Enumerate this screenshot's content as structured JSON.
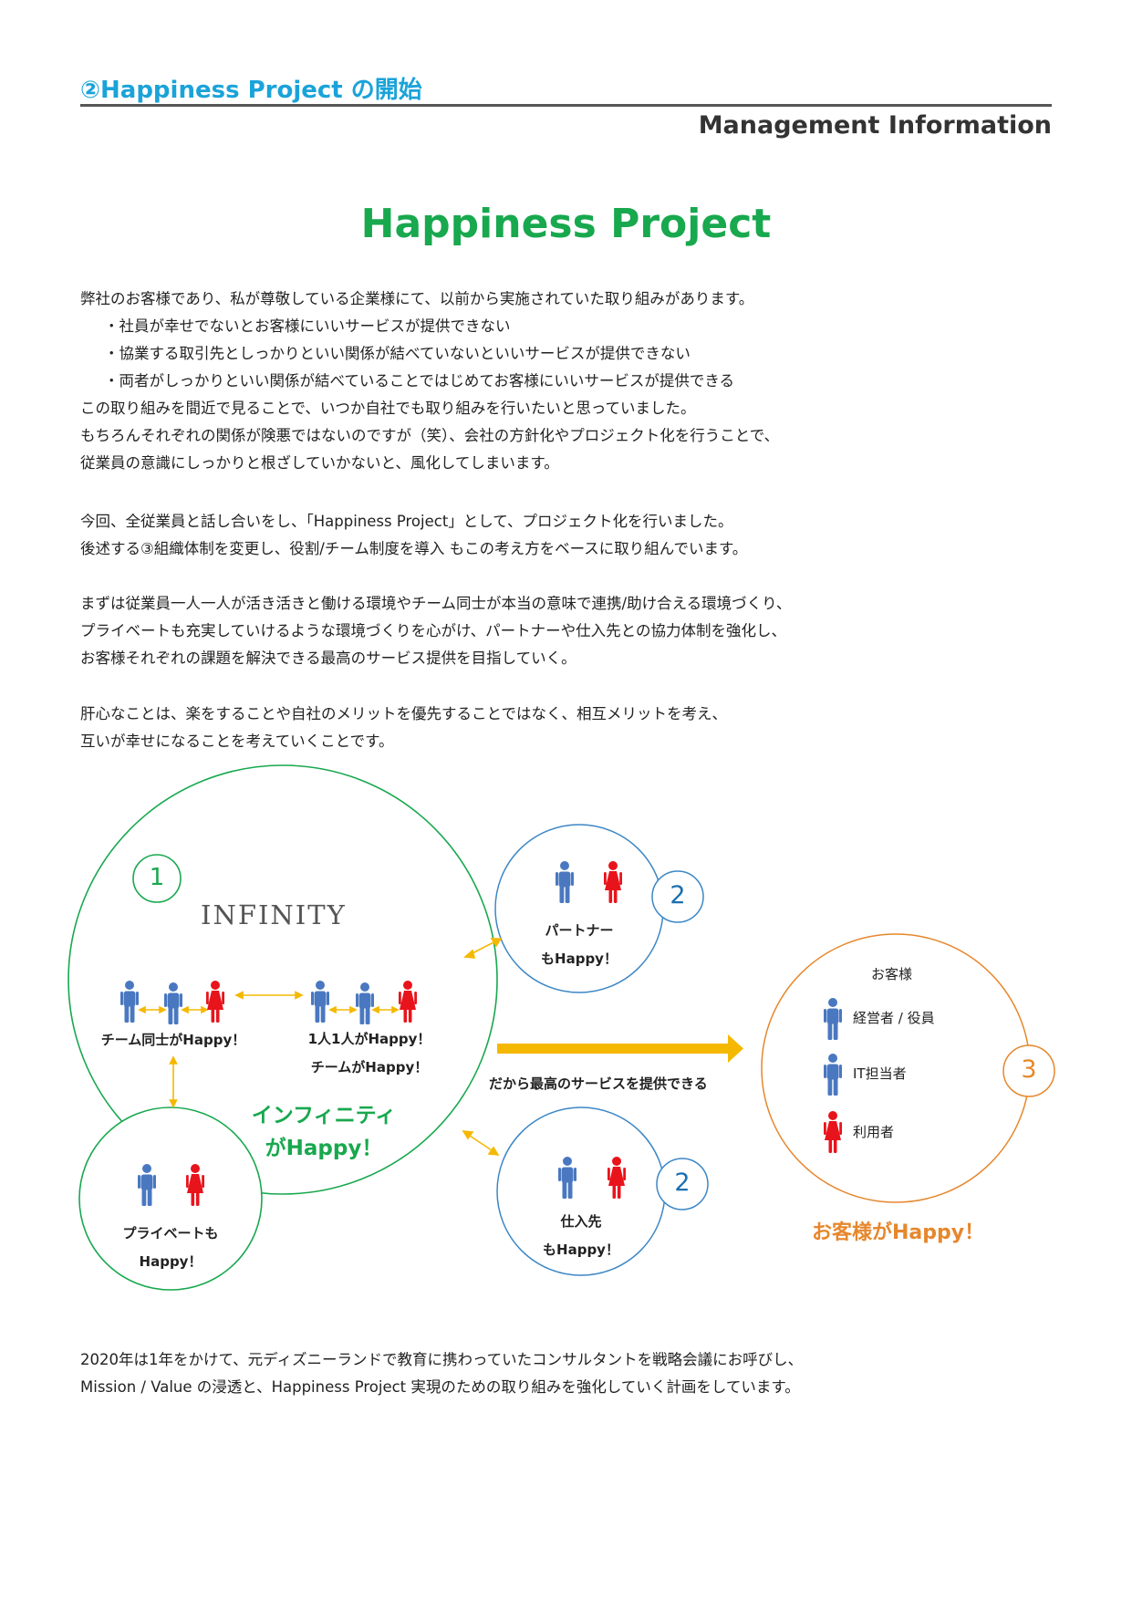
{
  "header": {
    "section_title": "②Happiness Project の開始",
    "category": "Management Information"
  },
  "title": "Happiness Project",
  "intro": {
    "line1": "弊社のお客様であり、私が尊敬している企業様にて、以前から実施されていた取り組みがあります。",
    "bullets": [
      "・社員が幸せでないとお客様にいいサービスが提供できない",
      "・協業する取引先としっかりといい関係が結べていないといいサービスが提供できない",
      "・両者がしっかりといい関係が結べていることではじめてお客様にいいサービスが提供できる"
    ],
    "line2": "この取り組みを間近で見ることで、いつか自社でも取り組みを行いたいと思っていました。",
    "line3": "もちろんそれぞれの関係が険悪ではないのですが（笑）、会社の方針化やプロジェクト化を行うことで、",
    "line4": "従業員の意識にしっかりと根ざしていかないと、風化してしまいます。"
  },
  "para2": {
    "line1": "今回、全従業員と話し合いをし、「Happiness Project」として、プロジェクト化を行いました。",
    "line2": "後述する③組織体制を変更し、役割/チーム制度を導入 もこの考え方をベースに取り組んでいます。"
  },
  "para3": {
    "line1": "まずは従業員一人一人が活き活きと働ける環境やチーム同士が本当の意味で連携/助け合える環境づくり、",
    "line2": "プライベートも充実していけるような環境づくりを心がけ、パートナーや仕入先との協力体制を強化し、",
    "line3": "お客様それぞれの課題を解決できる最高のサービス提供を目指していく。"
  },
  "para4": {
    "line1": "肝心なことは、楽をすることや自社のメリットを優先することではなく、相互メリットを考え、",
    "line2": "互いが幸せになることを考えていくことです。"
  },
  "diagram": {
    "num1": "1",
    "num2a": "2",
    "num2b": "2",
    "num3": "3",
    "company_logo": "INFINITY",
    "team_label": "チーム同士がHappy！",
    "individual_label1": "1人1人がHappy！",
    "individual_label2": "チームがHappy！",
    "infinity_happy1": "インフィニティ",
    "infinity_happy2": "がHappy！",
    "private_label1": "プライベートも",
    "private_label2": "Happy！",
    "partner_label1": "パートナー",
    "partner_label2": "もHappy！",
    "supplier_label1": "仕入先",
    "supplier_label2": "もHappy！",
    "arrow_label": "だから最高のサービスを提供できる",
    "customer_title": "お客様",
    "customer_items": [
      "経営者 / 役員",
      "IT担当者",
      "利用者"
    ],
    "customer_happy": "お客様がHappy！",
    "colors": {
      "green": "#18a84e",
      "blue": "#4a78c0",
      "red": "#e8141c",
      "orange": "#e6872d",
      "arrow": "#f5b800",
      "circle_blue": "#3c87c6"
    }
  },
  "closing": {
    "line1": "2020年は1年をかけて、元ディズニーランドで教育に携わっていたコンサルタントを戦略会議にお呼びし、",
    "line2": "Mission / Value の浸透と、Happiness Project 実現のための取り組みを強化していく計画をしています。"
  }
}
